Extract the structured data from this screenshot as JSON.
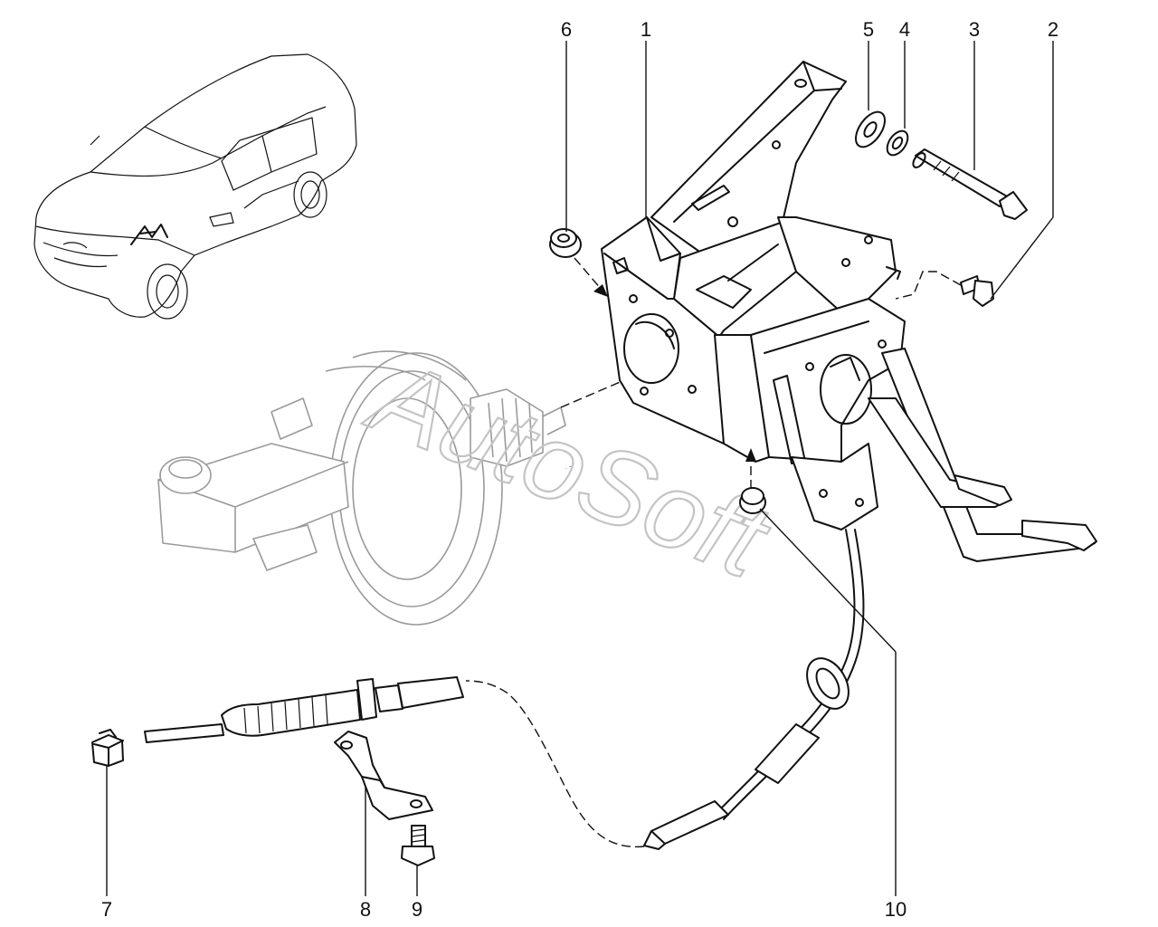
{
  "watermark": "AutoSoft",
  "callouts": [
    {
      "id": "6",
      "label": "6"
    },
    {
      "id": "1",
      "label": "1"
    },
    {
      "id": "5",
      "label": "5"
    },
    {
      "id": "4",
      "label": "4"
    },
    {
      "id": "3",
      "label": "3"
    },
    {
      "id": "2",
      "label": "2"
    },
    {
      "id": "7",
      "label": "7"
    },
    {
      "id": "8",
      "label": "8"
    },
    {
      "id": "9",
      "label": "9"
    },
    {
      "id": "10",
      "label": "10"
    }
  ],
  "colors": {
    "line": "#111111",
    "ghost": "#9a9a9a",
    "watermark": "#c4c4c4"
  }
}
